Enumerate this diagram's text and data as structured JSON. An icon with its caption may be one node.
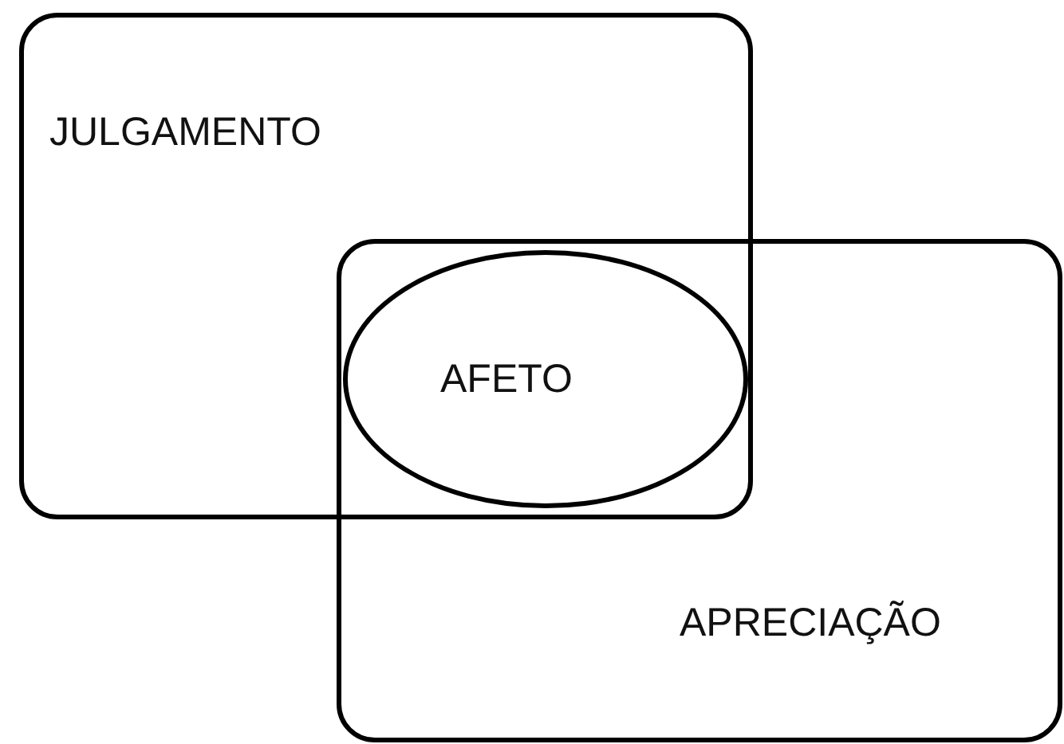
{
  "diagram": {
    "nodes": [
      {
        "text": [
          "JULGAMENTO"
        ]
      },
      {
        "text": [
          "APRECIAÇÃO"
        ]
      },
      {
        "text": [
          "AFETO"
        ]
      }
    ]
  }
}
